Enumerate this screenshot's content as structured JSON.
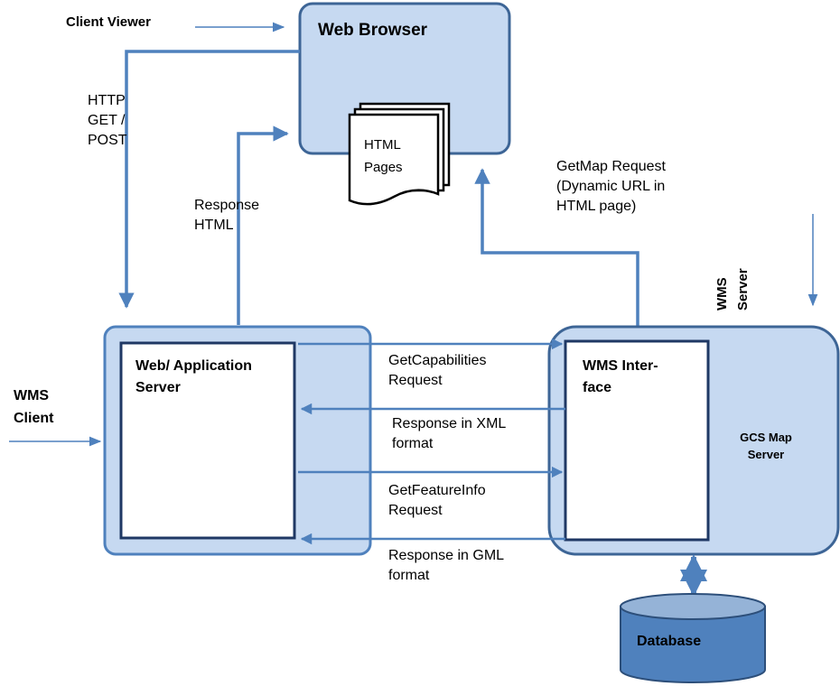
{
  "colors": {
    "box_fill": "#c6d9f1",
    "box_stroke": "#3d6596",
    "arrow": "#4f81bd",
    "db_body": "#4f81bd",
    "db_top": "#95b3d7",
    "db_stroke": "#2d4f7a"
  },
  "labels": {
    "client_viewer": "Client Viewer",
    "web_browser": "Web Browser",
    "html_pages": [
      "HTML",
      "Pages"
    ],
    "http_get_post": [
      "HTTP",
      "GET /",
      "POST"
    ],
    "response_html": [
      "Response",
      "HTML"
    ],
    "getmap_request": [
      "GetMap Request",
      "(Dynamic URL in",
      "HTML page)"
    ],
    "wms_server": [
      "WMS",
      "Server"
    ],
    "web_app_server": [
      "Web/ Application",
      "Server"
    ],
    "wms_client": [
      "WMS",
      "Client"
    ],
    "get_capabilities": [
      "GetCapabilities",
      "Request"
    ],
    "response_xml": [
      "Response in XML",
      "format"
    ],
    "get_feature_info": [
      "GetFeatureInfo",
      "Request"
    ],
    "response_gml": [
      "Response in GML",
      "format"
    ],
    "wms_interface": [
      "WMS Inter-",
      "face"
    ],
    "gcs_map_server": [
      "GCS Map",
      "Server"
    ],
    "database": "Database"
  }
}
